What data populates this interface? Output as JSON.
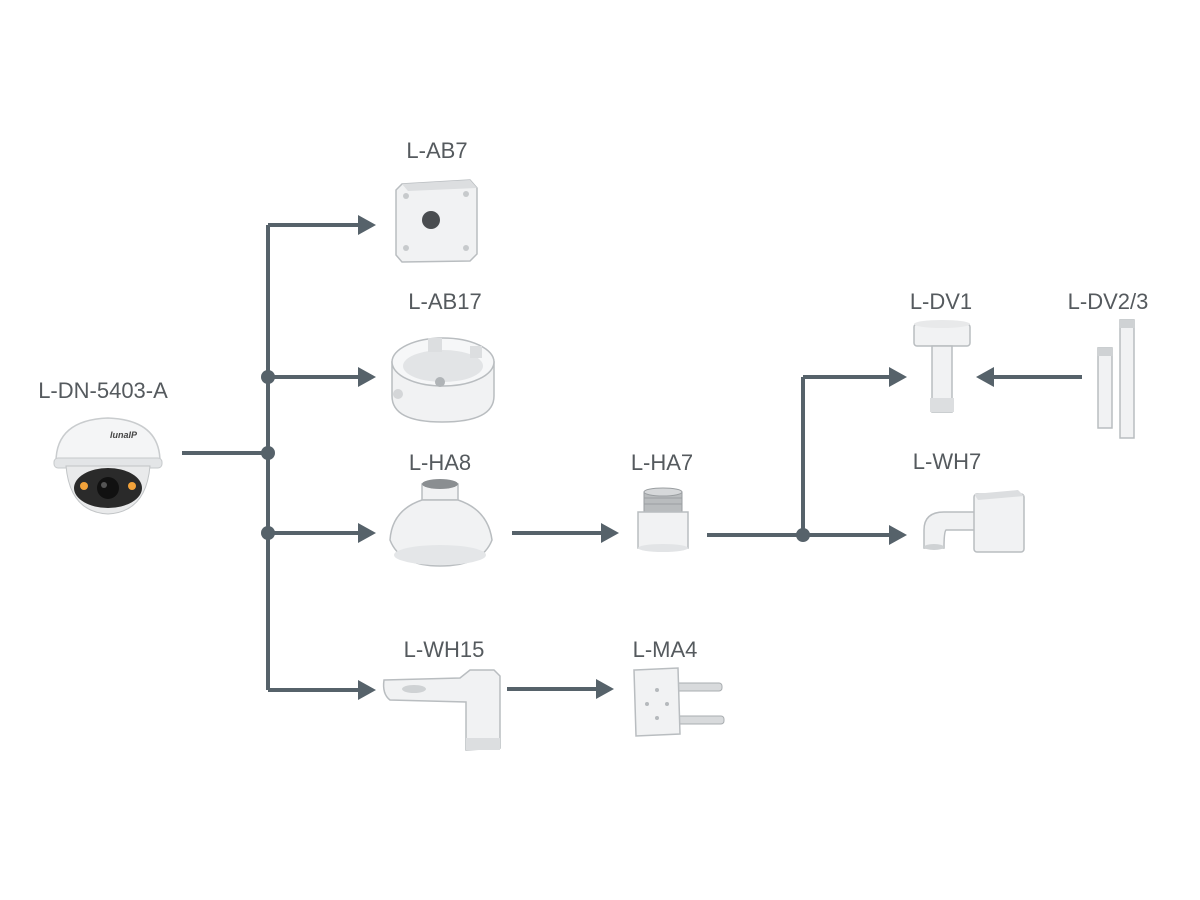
{
  "camera": {
    "label": "L-DN-5403-A",
    "brand": "lunaIP",
    "icon": "dome-camera-icon"
  },
  "products": [
    {
      "id": "ab7",
      "label": "L-AB7",
      "icon": "junction-box-square-icon"
    },
    {
      "id": "ab17",
      "label": "L-AB17",
      "icon": "junction-box-round-icon"
    },
    {
      "id": "ha8",
      "label": "L-HA8",
      "icon": "pendant-mount-cap-icon"
    },
    {
      "id": "ha7",
      "label": "L-HA7",
      "icon": "pendant-adapter-icon"
    },
    {
      "id": "wh15",
      "label": "L-WH15",
      "icon": "wall-bracket-icon"
    },
    {
      "id": "ma4",
      "label": "L-MA4",
      "icon": "pole-mount-adapter-icon"
    },
    {
      "id": "dv1",
      "label": "L-DV1",
      "icon": "ceiling-pole-mount-icon"
    },
    {
      "id": "dv23",
      "label": "L-DV2/3",
      "icon": "extension-pole-icon"
    },
    {
      "id": "wh7",
      "label": "L-WH7",
      "icon": "wall-mount-bracket-icon"
    }
  ],
  "connections": [
    [
      "camera",
      "ab7"
    ],
    [
      "camera",
      "ab17"
    ],
    [
      "camera",
      "ha8"
    ],
    [
      "camera",
      "wh15"
    ],
    [
      "ha8",
      "ha7"
    ],
    [
      "ha7",
      "dv1"
    ],
    [
      "ha7",
      "wh7"
    ],
    [
      "dv23",
      "dv1"
    ],
    [
      "wh15",
      "ma4"
    ]
  ],
  "colors": {
    "connector": "#56626a",
    "label_text": "#555a5e",
    "background": "#ffffff",
    "camera_body": "#e9eaeb",
    "camera_lens": "#2a2a2a",
    "led_accent": "#f2a23a"
  }
}
